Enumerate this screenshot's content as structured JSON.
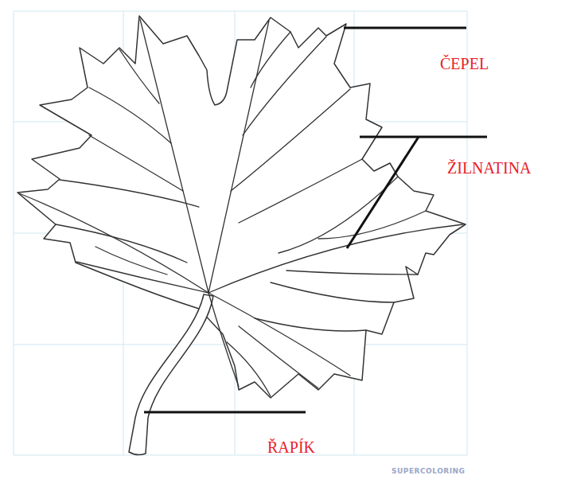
{
  "diagram": {
    "labels": [
      "ČEPEL",
      "ŽILNATINA",
      "ŘAPÍK",
      "SUPERCOLORING"
    ]
  }
}
